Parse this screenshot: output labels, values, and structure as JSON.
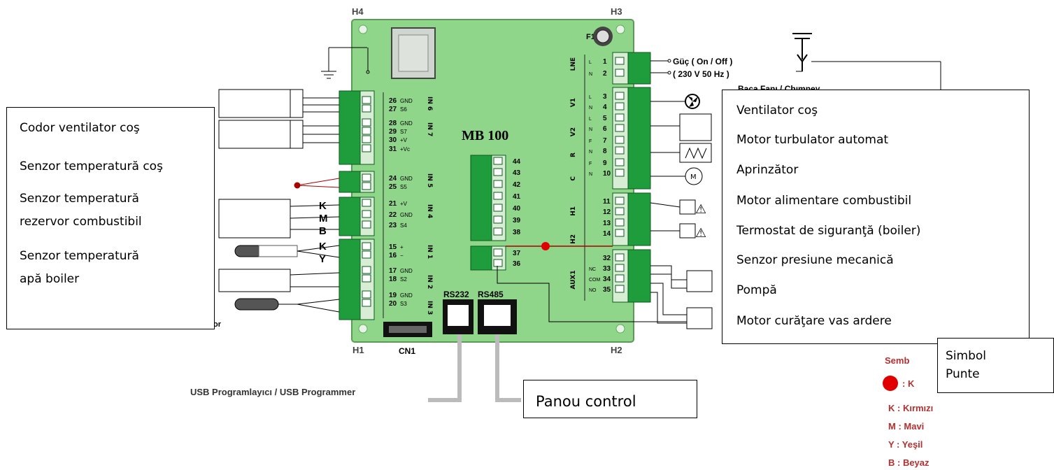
{
  "board": {
    "name": "MB 100",
    "corners": [
      "H4",
      "H3",
      "H1",
      "H2"
    ],
    "fuse": "F1",
    "connector": "CN1",
    "ports": [
      "RS232",
      "RS485"
    ]
  },
  "left_pins": [
    {
      "num": "26",
      "sig": "GND"
    },
    {
      "num": "27",
      "sig": "S6"
    },
    {
      "num": "28",
      "sig": "GND"
    },
    {
      "num": "29",
      "sig": "S7"
    },
    {
      "num": "30",
      "sig": "+V"
    },
    {
      "num": "31",
      "sig": "+Vc"
    },
    {
      "num": "24",
      "sig": "GND"
    },
    {
      "num": "25",
      "sig": "S5"
    },
    {
      "num": "21",
      "sig": "+V"
    },
    {
      "num": "22",
      "sig": "GND"
    },
    {
      "num": "23",
      "sig": "S4"
    },
    {
      "num": "15",
      "sig": "+"
    },
    {
      "num": "16",
      "sig": "−"
    },
    {
      "num": "17",
      "sig": "GND"
    },
    {
      "num": "18",
      "sig": "S2"
    },
    {
      "num": "19",
      "sig": "GND"
    },
    {
      "num": "20",
      "sig": "S3"
    }
  ],
  "in_groups": [
    "IN 6",
    "IN 7",
    "IN 5",
    "IN 4",
    "IN 1",
    "IN 2",
    "IN 3"
  ],
  "mid_pins": [
    "44",
    "43",
    "42",
    "41",
    "40",
    "39",
    "38",
    "37",
    "36"
  ],
  "right_pins": [
    {
      "num": "1",
      "sig": "L"
    },
    {
      "num": "2",
      "sig": "N"
    },
    {
      "num": "3",
      "sig": "L"
    },
    {
      "num": "4",
      "sig": "N"
    },
    {
      "num": "5",
      "sig": "L"
    },
    {
      "num": "6",
      "sig": "N"
    },
    {
      "num": "7",
      "sig": "F"
    },
    {
      "num": "8",
      "sig": "N"
    },
    {
      "num": "9",
      "sig": "F"
    },
    {
      "num": "10",
      "sig": "N"
    },
    {
      "num": "11",
      "sig": ""
    },
    {
      "num": "12",
      "sig": ""
    },
    {
      "num": "13",
      "sig": ""
    },
    {
      "num": "14",
      "sig": ""
    },
    {
      "num": "32",
      "sig": ""
    },
    {
      "num": "33",
      "sig": "NC"
    },
    {
      "num": "34",
      "sig": "COM"
    },
    {
      "num": "35",
      "sig": "NO"
    }
  ],
  "right_groups": [
    "LNE",
    "V1",
    "V2",
    "R",
    "C",
    "H1",
    "H2",
    "AUX1"
  ],
  "wire_letters": [
    "K",
    "M",
    "B",
    "K",
    "Y"
  ],
  "power_labels": [
    "Güç ( On / Off )",
    "( 230 V 50 Hz )"
  ],
  "usb_label": "USB Programlayıcı  / USB Programmer",
  "left_box": [
    "Codor ventilator coş",
    "Senzor temperatură coş",
    "Senzor temperatură",
    "rezervor combustibil",
    "Senzor temperatură",
    "apă boiler"
  ],
  "right_box": [
    "Ventilator coş",
    "Motor turbulator automat",
    "Aprinzător",
    "Motor alimentare combustibil",
    "Termostat de siguranţă (boiler)",
    "Senzor presiune mecanică",
    "Pompă",
    "Motor curăţare vas ardere"
  ],
  "panel_label": "Panou control",
  "symbol_box": [
    "Simbol",
    "Punte"
  ],
  "legend": {
    "partial_title": "Semb",
    "partial_item": ": K",
    "items": [
      "K : Kırmızı",
      "M : Mavi",
      "Y : Yeşil",
      "B : Beyaz"
    ]
  },
  "partial_texts": {
    "behind_right_1": "Baca Fanı / Chımney",
    "behind_left": "or"
  },
  "colors": {
    "board": "#8fd68a",
    "board_edge": "#5a9c55",
    "terminal": "#1f9c3b",
    "red_dot": "#e00000",
    "legend_red": "#b23030"
  }
}
